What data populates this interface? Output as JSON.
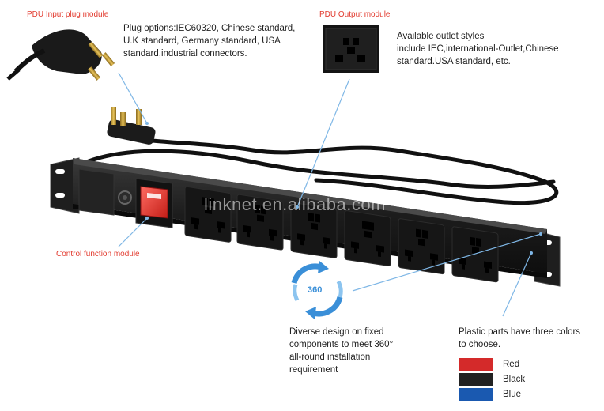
{
  "labels": {
    "input_module": "PDU Input plug module",
    "output_module": "PDU Output module",
    "control_module": "Control function module"
  },
  "plug_options": {
    "lines": [
      "Plug options:IEC60320, Chinese standard,",
      "U.K standard, Germany standard, USA",
      "standard,industrial connectors."
    ]
  },
  "outlet_styles": {
    "lines": [
      "Available outlet styles",
      "include IEC,international-Outlet,Chinese",
      "standard.USA standard, etc."
    ]
  },
  "rotation_badge": {
    "text": "360"
  },
  "diverse_design": {
    "lines": [
      "Diverse design on fixed",
      "components to meet 360°",
      "all-round installation",
      "requirement"
    ]
  },
  "plastic_parts": {
    "lines": [
      "Plastic parts have three colors",
      "to choose."
    ]
  },
  "color_options": [
    {
      "name": "Red",
      "color": "#d42a2a"
    },
    {
      "name": "Black",
      "color": "#222222"
    },
    {
      "name": "Blue",
      "color": "#1a59b0"
    }
  ],
  "watermark": "linknet.en.alibaba.com",
  "colors": {
    "label_red": "#e23a2e",
    "callout_line": "#7fb7e6",
    "switch_red": "#e8322b"
  }
}
